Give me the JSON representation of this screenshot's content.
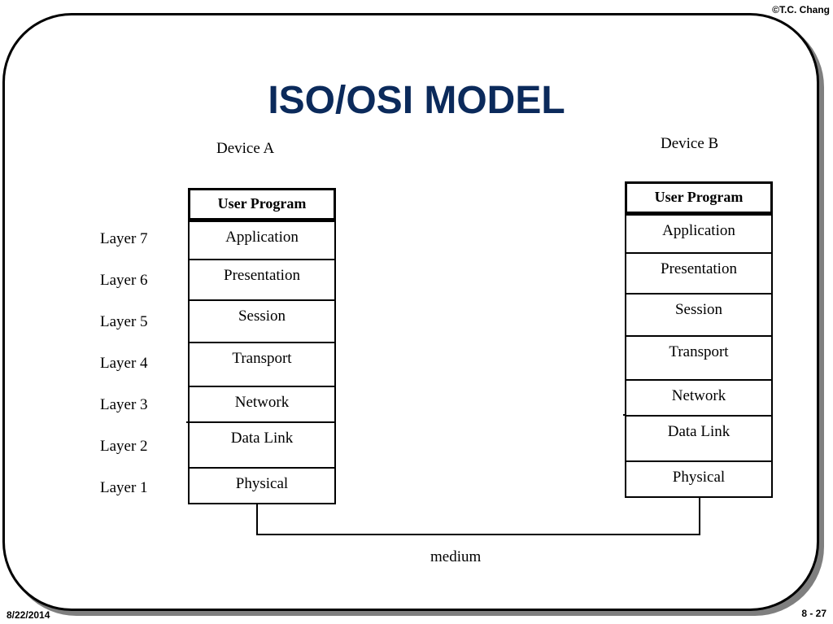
{
  "header": {
    "copyright": "©T.C. Chang"
  },
  "title": "ISO/OSI MODEL",
  "device_a": {
    "label": "Device A",
    "user_program": "User Program",
    "layers": [
      "Application",
      "Presentation",
      "Session",
      "Transport",
      "Network",
      "Data Link",
      "Physical"
    ]
  },
  "device_b": {
    "label": "Device B",
    "user_program": "User Program",
    "layers": [
      "Application",
      "Presentation",
      "Session",
      "Transport",
      "Network",
      "Data Link",
      "Physical"
    ]
  },
  "layer_labels": [
    "Layer 7",
    "Layer 6",
    "Layer 5",
    "Layer 4",
    "Layer 3",
    "Layer 2",
    "Layer 1"
  ],
  "medium_label": "medium",
  "footer": {
    "date": "8/22/2014",
    "page": "8 - 27"
  },
  "colors": {
    "title": "#0b2a5b",
    "frame_shadow": "#7f7f7f"
  }
}
